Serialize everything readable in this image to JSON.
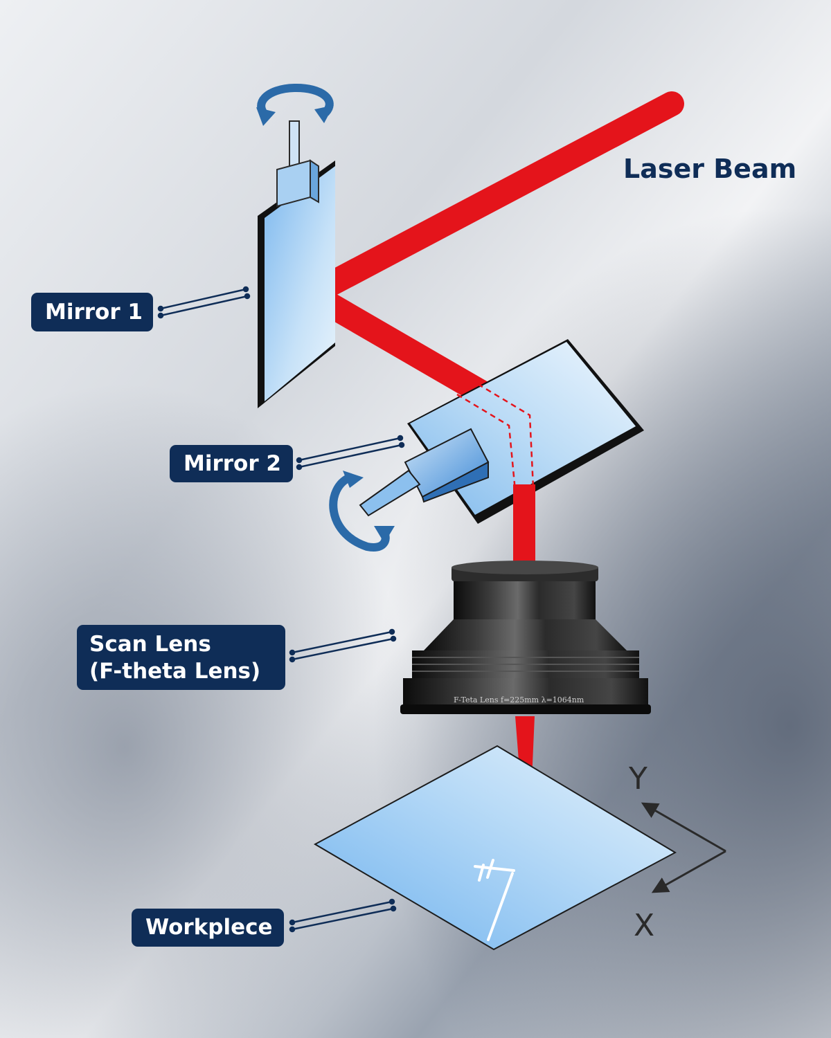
{
  "labels": {
    "laser_beam": "Laser Beam",
    "mirror_1": "Mirror 1",
    "mirror_2": "Mirror 2",
    "scan_lens_line1": "Scan Lens",
    "scan_lens_line2": "(F-theta Lens)",
    "workpiece": "Workplece"
  },
  "lens_engraving": "F-Teta Lens f=225mm λ=1064nm",
  "axes": {
    "y": "Y",
    "x": "X"
  },
  "colors": {
    "laser": "#e4141b",
    "label_bg": "#0f2d57",
    "mirror_blue": "#9cccf2",
    "arrow_blue": "#2b6aa8"
  },
  "icons": [
    "rotate-arrow-icon"
  ]
}
